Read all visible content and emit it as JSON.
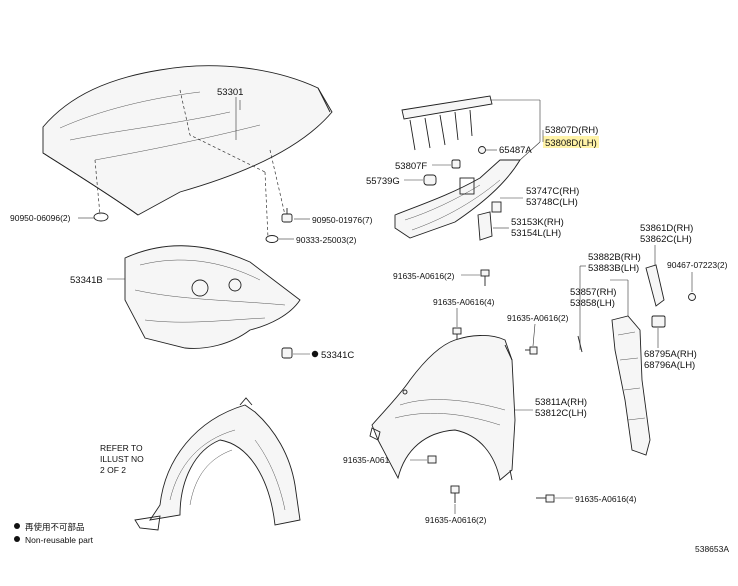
{
  "labels": {
    "hood": "53301",
    "hood_grommet": "90950-06096(2)",
    "hood_clip": "90950-01976(7)",
    "hood_washer": "90333-25003(2)",
    "insulator": "53341B",
    "insulator_clip": "53341C",
    "cowl_rh": "53807D(RH)",
    "cowl_lh": "53808D(LH)",
    "cowl_f": "53807F",
    "cowl_seal": "65487A",
    "cushion": "55739G",
    "ext_rh": "53747C(RH)",
    "ext_lh": "53748C(LH)",
    "brkt_rh": "53153K(RH)",
    "brkt_lh": "53154L(LH)",
    "bolt_top": "91635-A0616(2)",
    "bolt_mid": "91635-A0616(4)",
    "bolt_side": "91635-A0616(2)",
    "bolt_low_left": "91635-A0616(4)",
    "bolt_bottom": "91635-A0616(2)",
    "bolt_right": "91635-A0616(4)",
    "seal_b_rh": "53882B(RH)",
    "seal_b_lh": "53883B(LH)",
    "seal_rh": "53857(RH)",
    "seal_lh": "53858(LH)",
    "fender_rh": "53811A(RH)",
    "fender_lh": "53812C(LH)",
    "protector_rh": "53861D(RH)",
    "protector_lh": "53862C(LH)",
    "nut": "90467-07223(2)",
    "cover_rh": "68795A(RH)",
    "cover_lh": "68796A(LH)",
    "fig_code": "538653A"
  },
  "refer_note": [
    "REFER TO",
    "ILLUST NO",
    "2 OF 2"
  ],
  "legend": {
    "chinese": "再使用不可部品",
    "english": "Non-reusable part"
  }
}
